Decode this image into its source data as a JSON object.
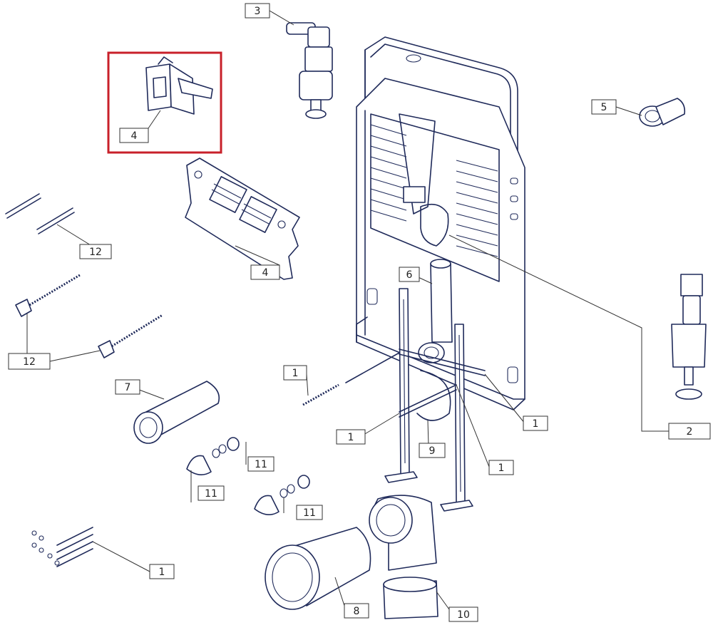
{
  "highlight_color": "#c8202a",
  "ink_color": "#1f2a5a",
  "callouts": [
    {
      "id": "c3",
      "text": "3"
    },
    {
      "id": "c4a",
      "text": "4"
    },
    {
      "id": "c4b",
      "text": "4"
    },
    {
      "id": "c5",
      "text": "5"
    },
    {
      "id": "c12a",
      "text": "12"
    },
    {
      "id": "c12b",
      "text": "12"
    },
    {
      "id": "c6",
      "text": "6"
    },
    {
      "id": "c2",
      "text": "2"
    },
    {
      "id": "c7",
      "text": "7"
    },
    {
      "id": "c1a",
      "text": "1"
    },
    {
      "id": "c1b",
      "text": "1"
    },
    {
      "id": "c1c",
      "text": "1"
    },
    {
      "id": "c1d",
      "text": "1"
    },
    {
      "id": "c1e",
      "text": "1"
    },
    {
      "id": "c9",
      "text": "9"
    },
    {
      "id": "c11a",
      "text": "11"
    },
    {
      "id": "c11b",
      "text": "11"
    },
    {
      "id": "c11c",
      "text": "11"
    },
    {
      "id": "c8",
      "text": "8"
    },
    {
      "id": "c10",
      "text": "10"
    }
  ]
}
